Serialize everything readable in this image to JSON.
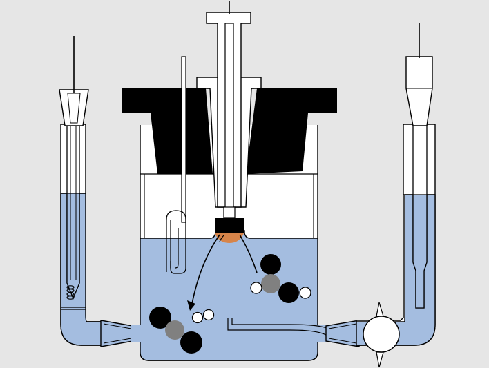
{
  "colors": {
    "background": "#e6e6e6",
    "electrolyte": "#a4bde0",
    "outline": "#000000",
    "glass": "#ffffff",
    "stopper": "#000000",
    "electrode_tip": "#000000",
    "reaction_glow": "#e07a2e",
    "molecule_dark": "#000000",
    "molecule_center": "#808080",
    "molecule_light": "#ffffff"
  },
  "components": {
    "cell": "electrochemical-cell-body",
    "stopper": "black-stopper",
    "working_electrode": "central-syringe-electrode",
    "left_electrode": "left-reference-electrode",
    "right_electrode": "right-electrode",
    "stopcock": "two-way-stopcock",
    "hook_electrode": "j-shaped-hook-electrode",
    "coil": "coil-electrode",
    "molecule_reactant": "molecule-near-electrode",
    "molecule_product": "molecule-at-bottom",
    "arrow": "diffusion-arrow"
  }
}
